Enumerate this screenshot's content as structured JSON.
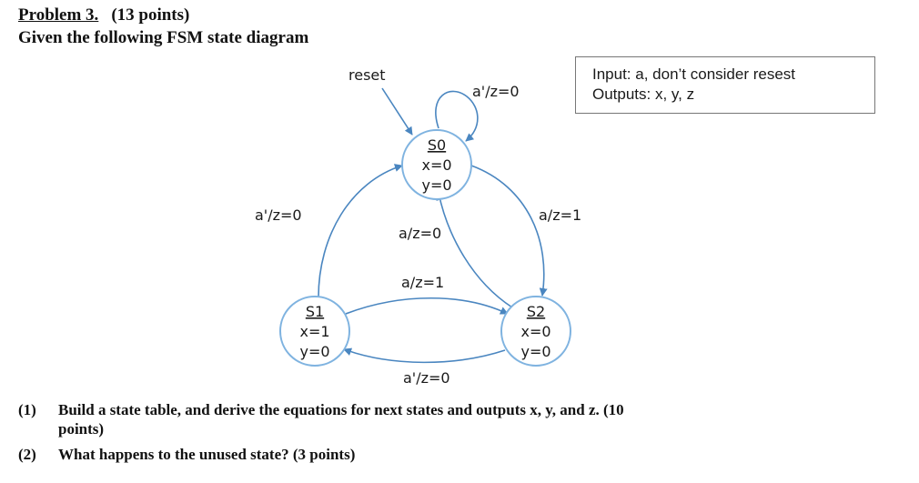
{
  "header": {
    "problem_label": "Problem 3.",
    "points": "(13 points)",
    "subtitle": "Given the following FSM state diagram"
  },
  "info_box": {
    "line1": "Input: a, don’t consider resest",
    "line2": "Outputs: x, y, z"
  },
  "diagram": {
    "reset_label": "reset",
    "states": [
      {
        "name": "S0",
        "x": "x=0",
        "y": "y=0"
      },
      {
        "name": "S1",
        "x": "x=1",
        "y": "y=0"
      },
      {
        "name": "S2",
        "x": "x=0",
        "y": "y=0"
      }
    ],
    "transitions": {
      "s0_self": "a'/z=0",
      "s1_to_s0": "a'/z=0",
      "s0_to_s2": "a/z=1",
      "s2_to_s0": "a/z=0",
      "s1_to_s2": "a/z=1",
      "s2_to_s1": "a'/z=0"
    },
    "colors": {
      "state_circle": "#7fb3e0",
      "arrow": "#4a86c0"
    }
  },
  "questions": [
    {
      "num": "(1)",
      "line1": "Build a state table, and derive the equations for next states and outputs x, y, and z. (10",
      "line2": "points)"
    },
    {
      "num": "(2)",
      "text": "What happens to the unused state? (3 points)"
    }
  ]
}
